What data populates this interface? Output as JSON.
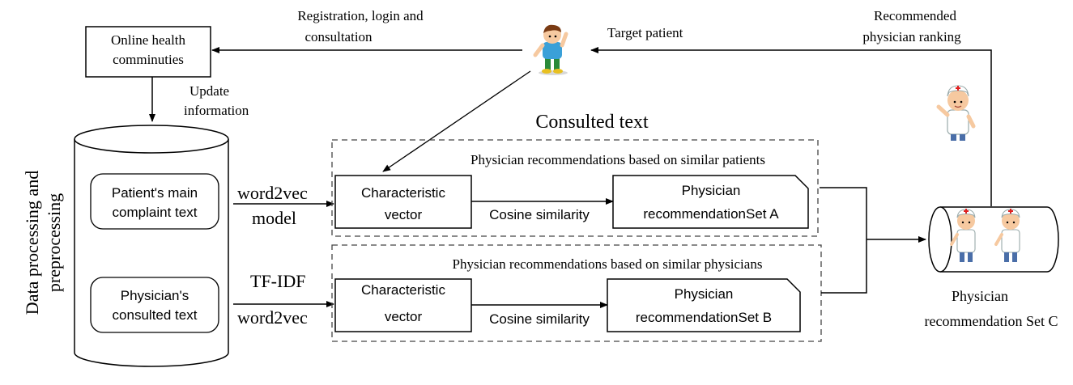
{
  "top": {
    "online_health_line1": "Online health",
    "online_health_line2": "comminuties",
    "registration_line1": "Registration, login and",
    "registration_line2": "consultation",
    "target_patient": "Target patient",
    "recommended_line1": "Recommended",
    "recommended_line2": "physician ranking",
    "update_line1": "Update",
    "update_line2": "information"
  },
  "left": {
    "vertical_line1": "Data processing and",
    "vertical_line2": "preprocessing",
    "patient_text_line1": "Patient's main",
    "patient_text_line2": "complaint text",
    "physician_text_line1": "Physician's",
    "physician_text_line2": "consulted text"
  },
  "models": {
    "word2vec_top": "word2vec",
    "model": "model",
    "tfidf": "TF-IDF",
    "word2vec_bottom": "word2vec"
  },
  "middle": {
    "consulted_text": "Consulted text",
    "similar_patients_title": "Physician recommendations based on similar patients",
    "similar_physicians_title": "Physician recommendations based on similar physicians",
    "char_vector_a_line1": "Characteristic",
    "char_vector_a_line2": "vector",
    "cosine_a": "Cosine similarity",
    "set_a_line1": "Physician",
    "set_a_line2": "recommendationSet A",
    "char_vector_b_line1": "Characteristic",
    "char_vector_b_line2": "vector",
    "cosine_b": "Cosine similarity",
    "set_b_line1": "Physician",
    "set_b_line2": "recommendationSet B"
  },
  "right": {
    "set_c_line1": "Physician",
    "set_c_line2": "recommendation Set C"
  },
  "icons": {
    "patient": "patient-figure-icon",
    "physician": "physician-figure-icon"
  },
  "colors": {
    "doctor_coat": "#ffffff",
    "doctor_cross": "#e02020",
    "patient_shirt": "#3aa0d8",
    "patient_pants": "#2a8a3a",
    "hair": "#7a3b14",
    "skin": "#f6c9a0"
  }
}
